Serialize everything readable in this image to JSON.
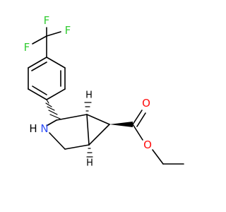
{
  "colors": {
    "bond": "#000000",
    "fluorine": "#33cc33",
    "oxygen": "#ff0d0d",
    "nitrogen": "#3050f8",
    "hydrogen": "#000000"
  },
  "atoms": {
    "f_top": "F",
    "f_left": "F",
    "f_right": "F",
    "nitrogen": "N",
    "h_on_n": "H",
    "h_upper": "H",
    "h_lower": "H",
    "o_carbonyl": "O",
    "o_ester": "O"
  }
}
